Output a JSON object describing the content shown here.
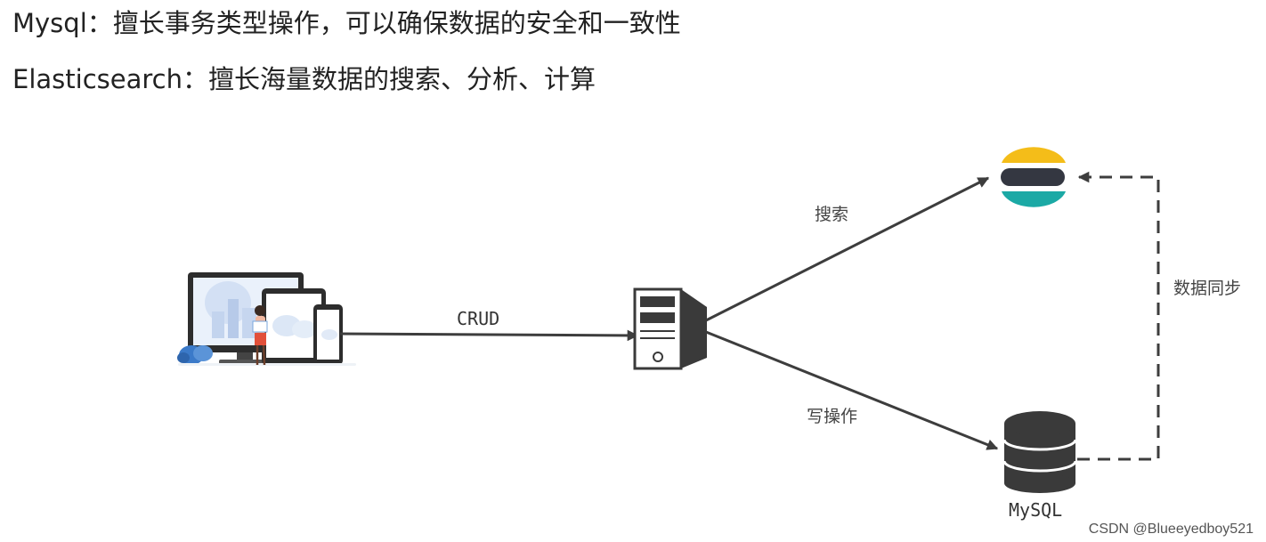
{
  "header": {
    "line1": "Mysql：擅长事务类型操作，可以确保数据的安全和一致性",
    "line2": "Elasticsearch：擅长海量数据的搜索、分析、计算"
  },
  "diagram": {
    "nodes": {
      "client": {
        "icon": "devices-illustration-icon"
      },
      "server": {
        "icon": "server-icon"
      },
      "elasticsearch": {
        "icon": "elasticsearch-logo-icon",
        "colors": [
          "#F4BD19",
          "#343741",
          "#1BA9A5"
        ]
      },
      "mysql": {
        "icon": "database-icon",
        "label": "MySQL"
      }
    },
    "edges": {
      "crud": "CRUD",
      "search": "搜索",
      "write": "写操作",
      "sync": "数据同步"
    }
  },
  "watermark": "CSDN @Blueeyedboy521"
}
